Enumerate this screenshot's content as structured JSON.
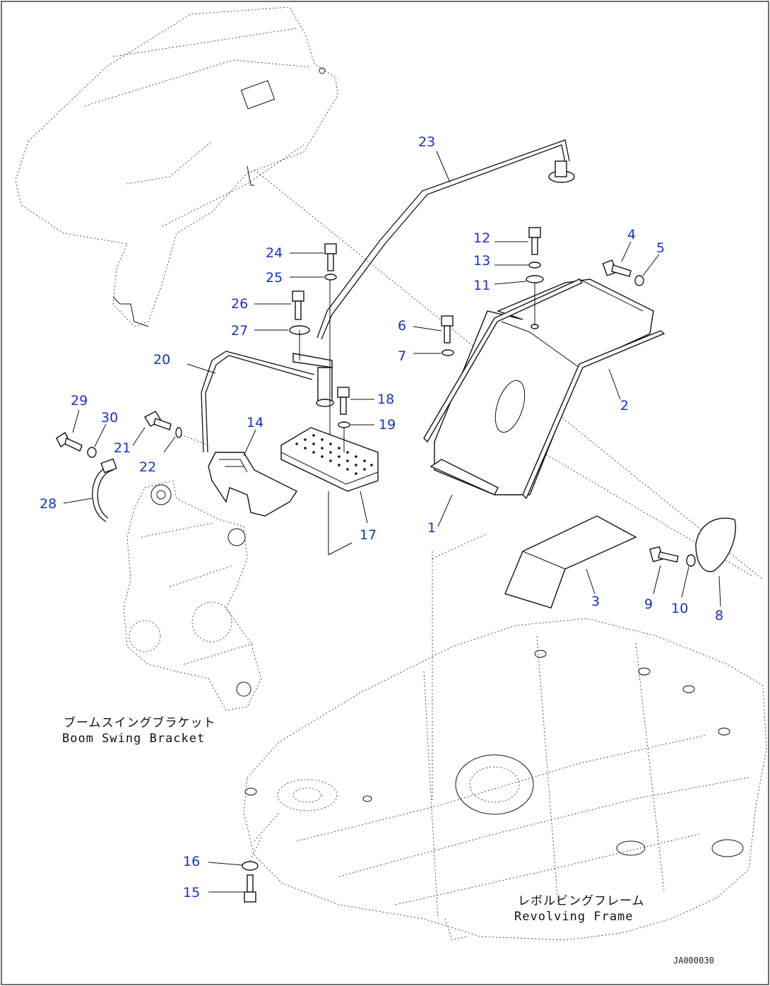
{
  "callouts": [
    "1",
    "2",
    "3",
    "4",
    "5",
    "6",
    "7",
    "8",
    "9",
    "10",
    "11",
    "12",
    "13",
    "14",
    "15",
    "16",
    "17",
    "18",
    "19",
    "20",
    "21",
    "22",
    "23",
    "24",
    "25",
    "26",
    "27",
    "28",
    "29",
    "30"
  ],
  "captions": {
    "boom_swing_bracket_jp": "ブームスイングブラケット",
    "boom_swing_bracket_en": "Boom Swing Bracket",
    "revolving_frame_jp": "レボルビングフレーム",
    "revolving_frame_en": "Revolving Frame"
  },
  "drawing_code": "JA000030"
}
